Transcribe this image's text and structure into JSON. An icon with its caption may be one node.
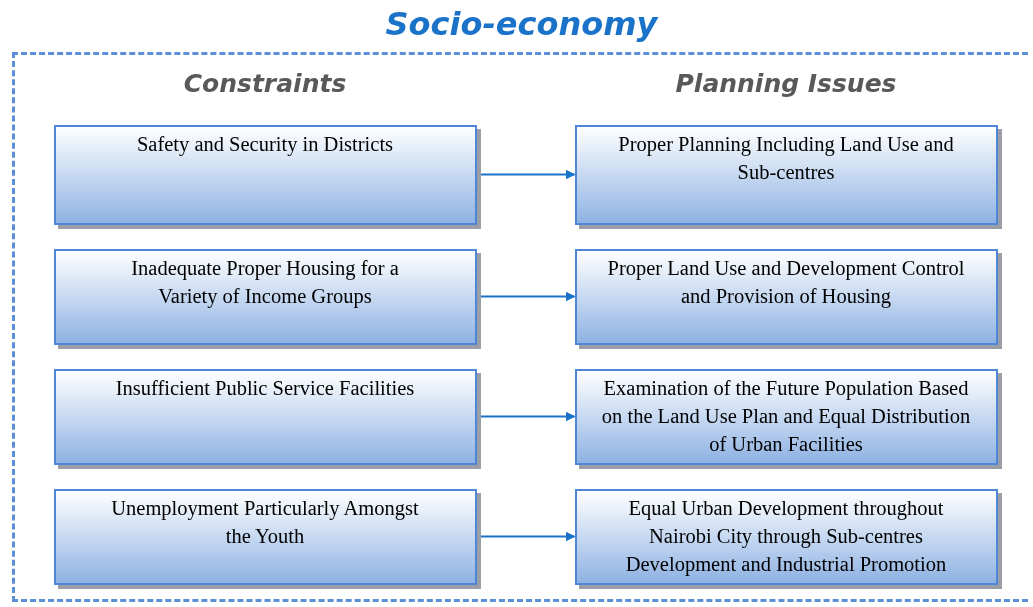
{
  "diagram": {
    "nodes": [
      {
        "text": [
          "Socio-economy"
        ]
      },
      {
        "text": [
          "Safety and Security in Districts"
        ],
        "in": 0
      },
      {
        "text": [
          "Proper Planning Including Land Use and Sub-centres"
        ],
        "in": 0
      },
      {
        "text": [
          "Inadequate Proper Housing for a Variety of Income Groups"
        ],
        "in": 0
      },
      {
        "text": [
          "Proper Land Use and Development Control and Provision of Housing"
        ],
        "in": 0
      },
      {
        "text": [
          "Insufficient Public Service Facilities"
        ],
        "in": 0
      },
      {
        "text": [
          "Examination of the Future Population Based on the Land Use Plan and Equal Distribution of Urban Facilities"
        ],
        "in": 0
      },
      {
        "text": [
          "Unemployment Particularly Amongst the Youth"
        ],
        "in": 0
      },
      {
        "text": [
          "Equal Urban Development throughout Nairobi City through Sub-centres Development and Industrial Promotion"
        ],
        "in": 0
      }
    ],
    "edges": [
      {
        "from": 1,
        "to": 2,
        "arrow": "to"
      },
      {
        "from": 3,
        "to": 4,
        "arrow": "to"
      },
      {
        "from": 5,
        "to": 6,
        "arrow": "to"
      },
      {
        "from": 7,
        "to": 8,
        "arrow": "to"
      }
    ],
    "labels": [
      "Constraints",
      "Planning Issues"
    ]
  }
}
